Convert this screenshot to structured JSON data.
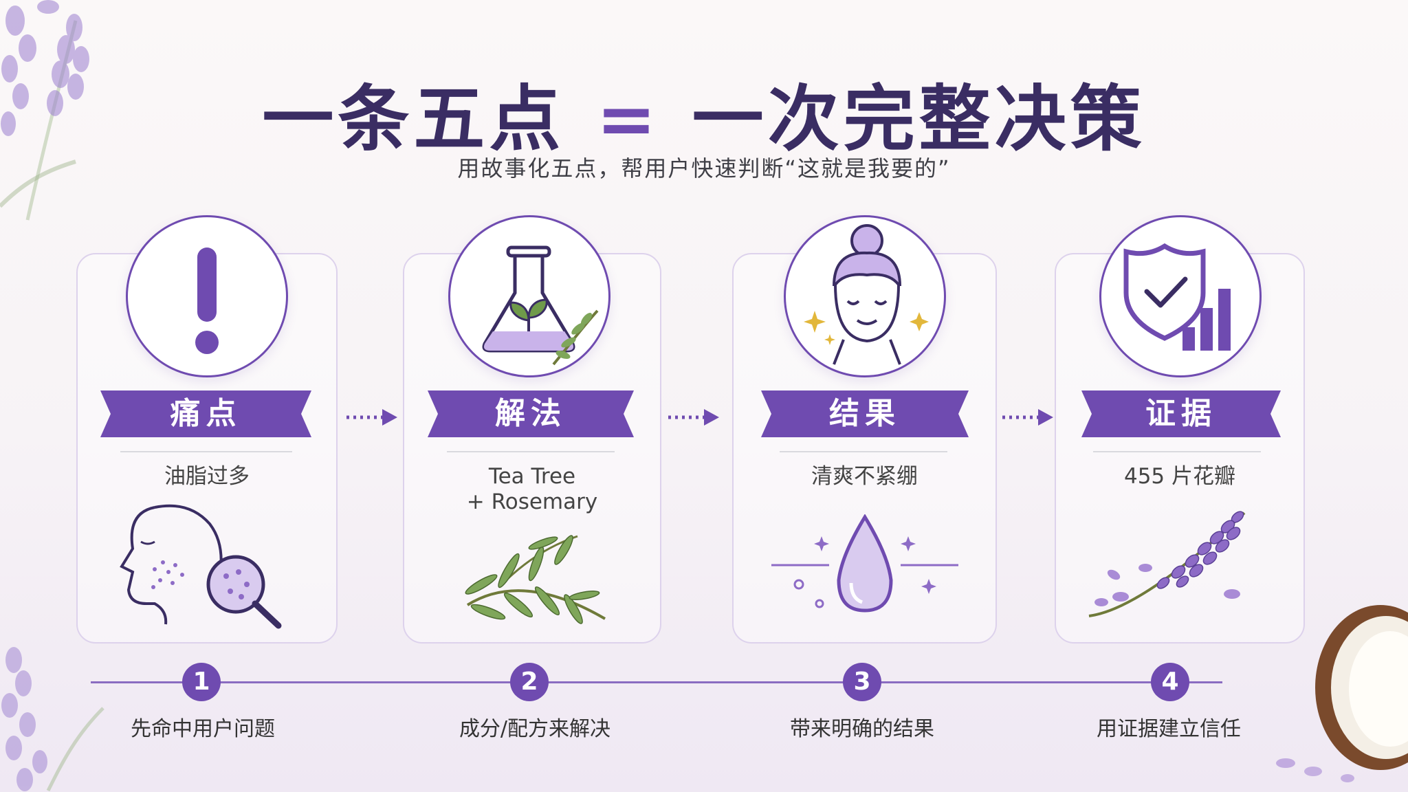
{
  "title": {
    "left": "一条五点",
    "eq": "=",
    "right": "一次完整决策"
  },
  "subtitle": "用故事化五点，帮用户快速判断“这就是我要的”",
  "cards": [
    {
      "label": "痛点",
      "text": "油脂过多",
      "icon": "exclamation-icon",
      "illustration": "face-pores-magnifier-illustration"
    },
    {
      "label": "解法",
      "text": "Tea Tree\n+ Rosemary",
      "icon": "flask-leaf-icon",
      "illustration": "rosemary-sprig-illustration"
    },
    {
      "label": "结果",
      "text": "清爽不紧绷",
      "icon": "calm-face-icon",
      "illustration": "water-drop-illustration"
    },
    {
      "label": "证据",
      "text": "455 片花瓣",
      "icon": "shield-check-chart-icon",
      "illustration": "lavender-sprig-illustration"
    }
  ],
  "steps": [
    {
      "num": "1",
      "caption": "先命中用户问题"
    },
    {
      "num": "2",
      "caption": "成分/配方来解决"
    },
    {
      "num": "3",
      "caption": "带来明确的结果"
    },
    {
      "num": "4",
      "caption": "用证据建立信任"
    }
  ],
  "colors": {
    "accent": "#6f4bb0",
    "title": "#3a2d63",
    "lavender": "#8d6bc6",
    "leaf": "#6f9a4a"
  }
}
